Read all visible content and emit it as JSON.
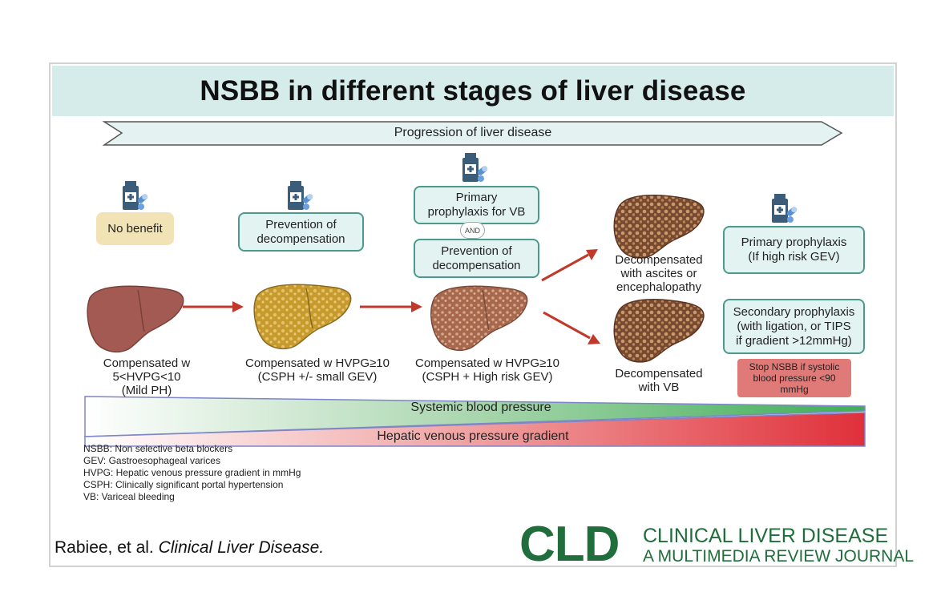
{
  "title": "NSBB in different stages of liver disease",
  "progression_label": "Progression of liver disease",
  "stages": [
    {
      "caption_lines": [
        "Compensated w",
        "5<HVPG<10",
        "(Mild PH)"
      ]
    },
    {
      "caption_lines": [
        "Compensated w HVPG≥10",
        "(CSPH +/- small GEV)"
      ]
    },
    {
      "caption_lines": [
        "Compensated w HVPG≥10",
        "(CSPH + High risk GEV)"
      ]
    },
    {
      "caption_lines": [
        "Decompensated",
        "with ascites or",
        "encephalopathy"
      ]
    },
    {
      "caption_lines": [
        "Decompensated",
        "with VB"
      ]
    }
  ],
  "boxes": {
    "no_benefit": "No benefit",
    "prevention_decomp_1": [
      "Prevention of",
      "decompensation"
    ],
    "primary_vb": [
      "Primary",
      "prophylaxis for VB"
    ],
    "and": "AND",
    "prevention_decomp_2": [
      "Prevention of",
      "decompensation"
    ],
    "primary_high_risk": [
      "Primary prophylaxis",
      "(If high risk GEV)"
    ],
    "secondary": [
      "Secondary prophylaxis",
      "(with ligation, or TIPS",
      "if gradient >12mmHg)"
    ],
    "stop_nsbb": [
      "Stop NSBB if systolic",
      "blood pressure <90",
      "mmHg"
    ]
  },
  "bars": {
    "systemic": "Systemic blood pressure",
    "hepatic": "Hepatic venous pressure gradient"
  },
  "legend": [
    "NSBB: Non selective beta blockers",
    "GEV: Gastroesophageal varices",
    "HVPG: Hepatic venous pressure gradient in mmHg",
    "CSPH: Clinically significant portal hypertension",
    "VB: Variceal bleeding"
  ],
  "citation": {
    "authors": "Rabiee, et al.",
    "journal": "Clinical Liver Disease."
  },
  "logo": {
    "mark": "CLD",
    "name": "CLINICAL LIVER DISEASE",
    "subtitle": "A MULTIMEDIA REVIEW JOURNAL"
  },
  "icons": [
    "medicine-bottle-pill-icon",
    "liver-icon",
    "arrow-right-icon"
  ],
  "colors": {
    "title_bg": "#d5ecea",
    "teal_border": "#4a9a8e",
    "arrow_red": "#c0392b",
    "logo_green": "#1f6e3b",
    "stop_red": "#e07a78"
  }
}
